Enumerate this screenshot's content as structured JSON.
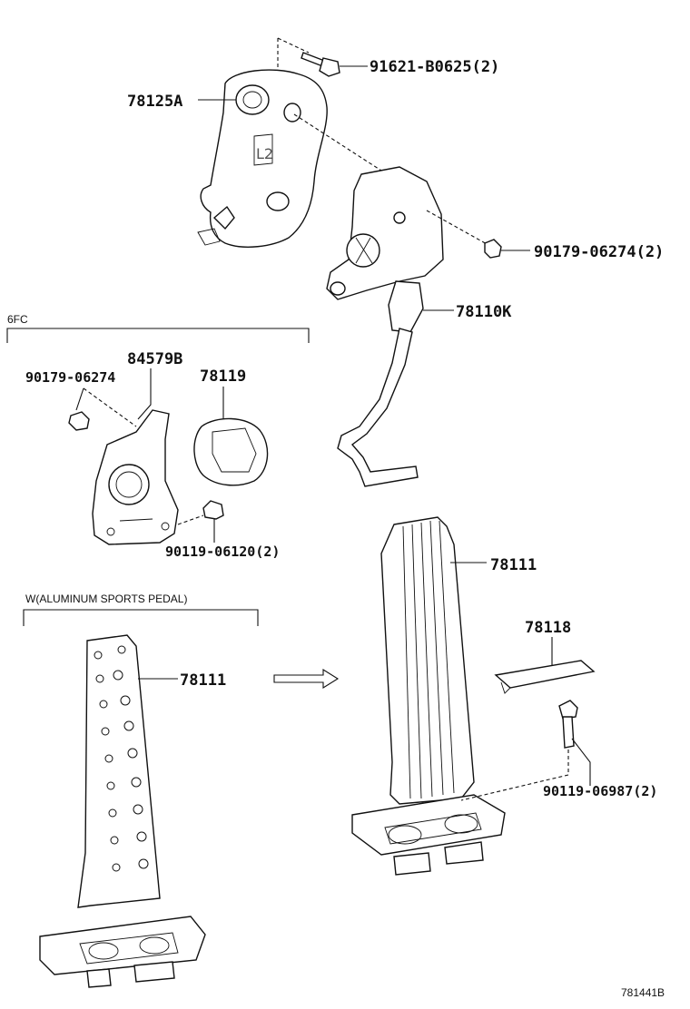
{
  "parts": {
    "bracket": "78125A",
    "bolt_top": "91621-B0625(2)",
    "nut_right": "90179-06274(2)",
    "pedal_arm": "78110K",
    "pad_standard": "78111",
    "pad_sport": "78111",
    "cover": "78118",
    "screw_pad": "90119-06987(2)",
    "bracket_6fc": "84579B",
    "nut_6fc": "90179-06274",
    "clip_6fc": "78119",
    "screw_6fc": "90119-06120(2)"
  },
  "groups": {
    "six_fc": "6FC",
    "sports_pedal": "W(ALUMINUM SPORTS PEDAL)"
  },
  "figure_id": "781441B"
}
